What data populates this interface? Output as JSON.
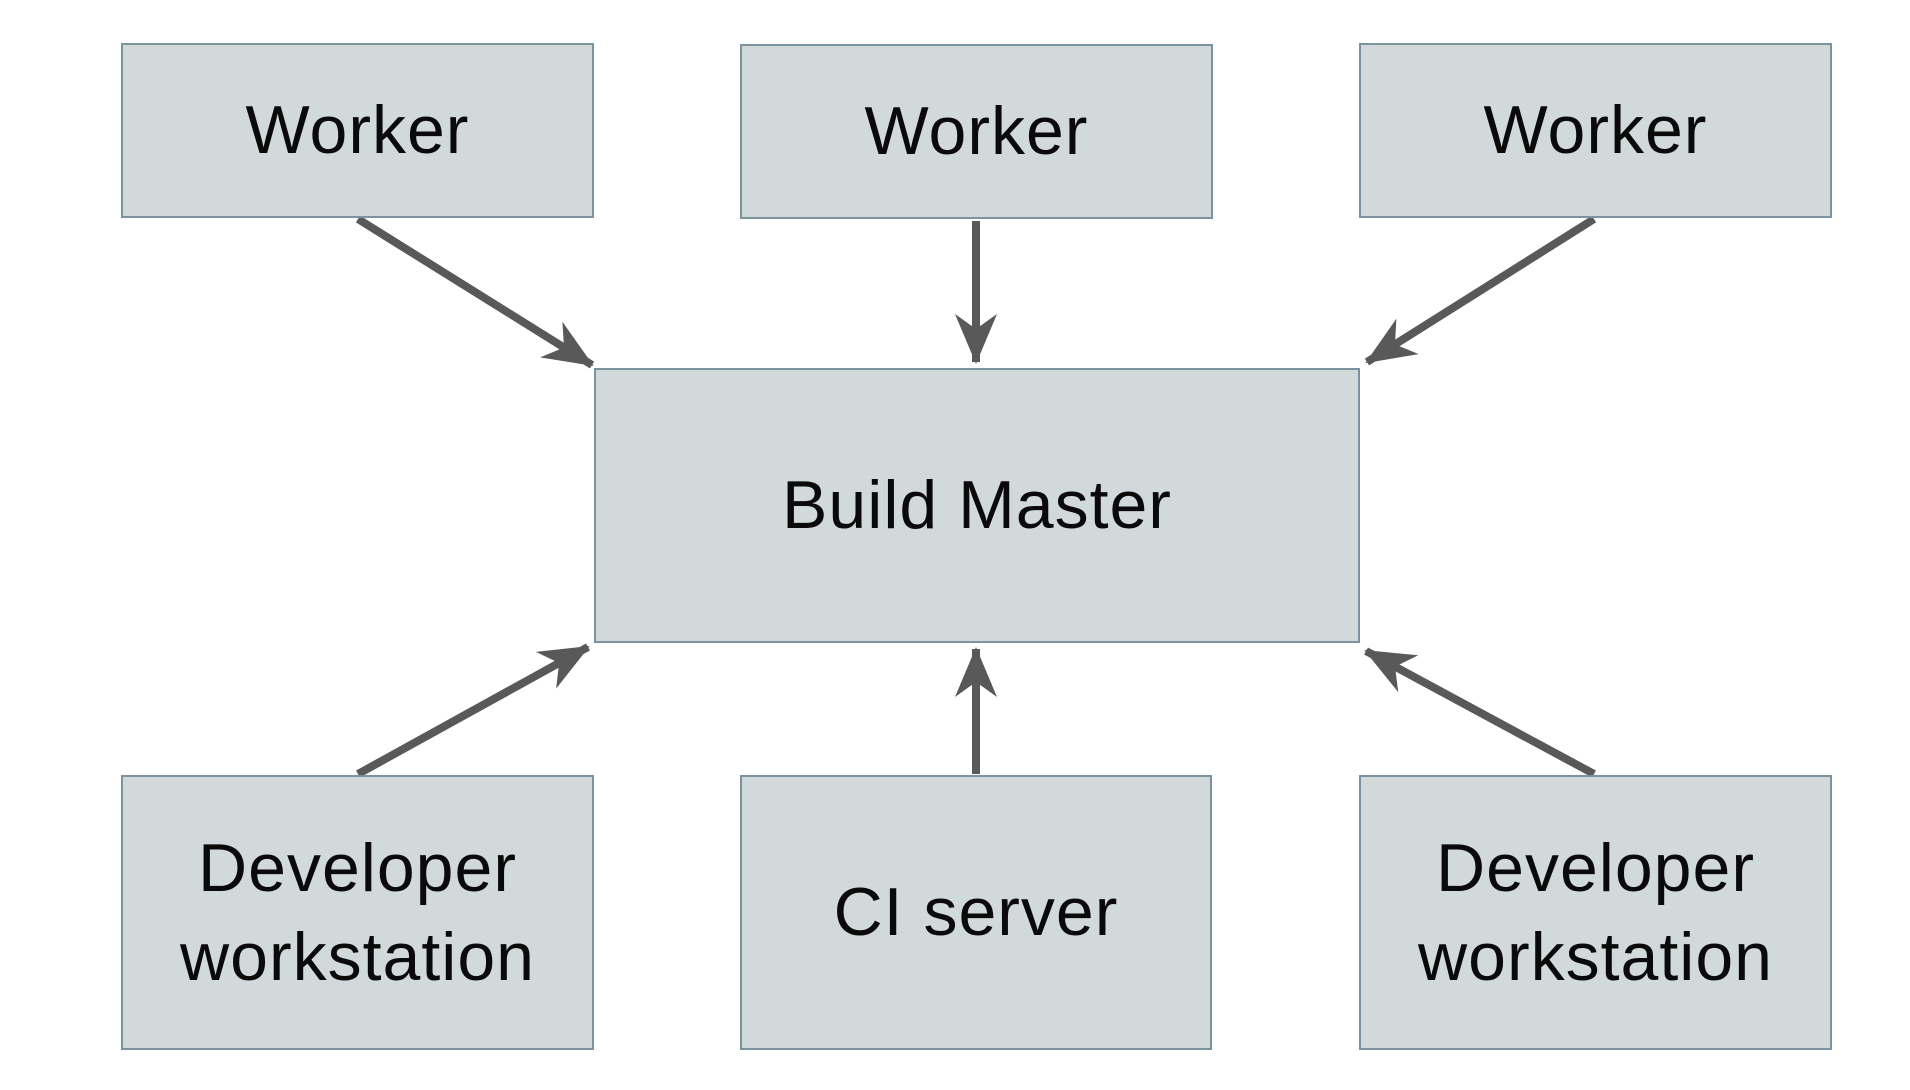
{
  "diagram": {
    "type": "architecture-diagram",
    "nodes": [
      {
        "id": "worker-1",
        "label": "Worker"
      },
      {
        "id": "worker-2",
        "label": "Worker"
      },
      {
        "id": "worker-3",
        "label": "Worker"
      },
      {
        "id": "build-master",
        "label": "Build Master"
      },
      {
        "id": "dev-workstation-1",
        "label": "Developer workstation"
      },
      {
        "id": "ci-server",
        "label": "CI server"
      },
      {
        "id": "dev-workstation-2",
        "label": "Developer workstation"
      }
    ],
    "edges": [
      {
        "from": "worker-1",
        "to": "build-master"
      },
      {
        "from": "worker-2",
        "to": "build-master"
      },
      {
        "from": "worker-3",
        "to": "build-master"
      },
      {
        "from": "dev-workstation-1",
        "to": "build-master"
      },
      {
        "from": "ci-server",
        "to": "build-master"
      },
      {
        "from": "dev-workstation-2",
        "to": "build-master"
      }
    ],
    "colors": {
      "node_fill": "#d1d9db",
      "node_border": "#7a939e",
      "arrow": "#595959",
      "text": "#0a0a0a",
      "background": "#ffffff"
    }
  }
}
